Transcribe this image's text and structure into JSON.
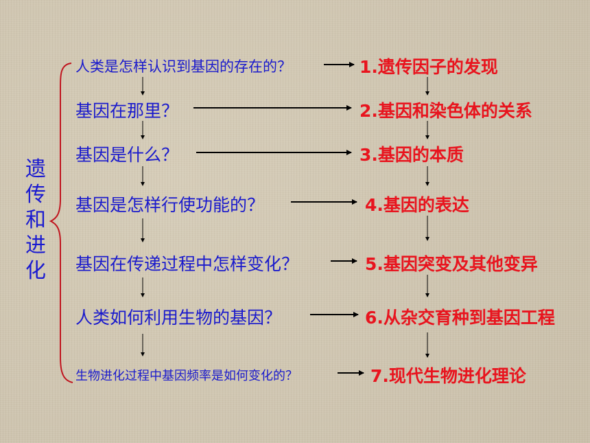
{
  "title": "遗传和进化",
  "questions": [
    "人类是怎样认识到基因的存在的？",
    "基因在那里？",
    "基因是什么？",
    "基因是怎样行使功能的？",
    "基因在传递过程中怎样变化？",
    "人类如何利用生物的基因？",
    "生物进化过程中基因频率是如何变化的？"
  ],
  "topics": [
    "1.遗传因子的发现",
    "2.基因和染色体的关系",
    "3.基因的本质",
    "4.基因的表达",
    "5.基因突变及其他变异",
    "6.从杂交育种到基因工程",
    "7.现代生物进化理论"
  ],
  "colors": {
    "question": "#1a1acc",
    "topic": "#e8141e",
    "bracket": "#c0141e",
    "arrow": "#000000"
  }
}
